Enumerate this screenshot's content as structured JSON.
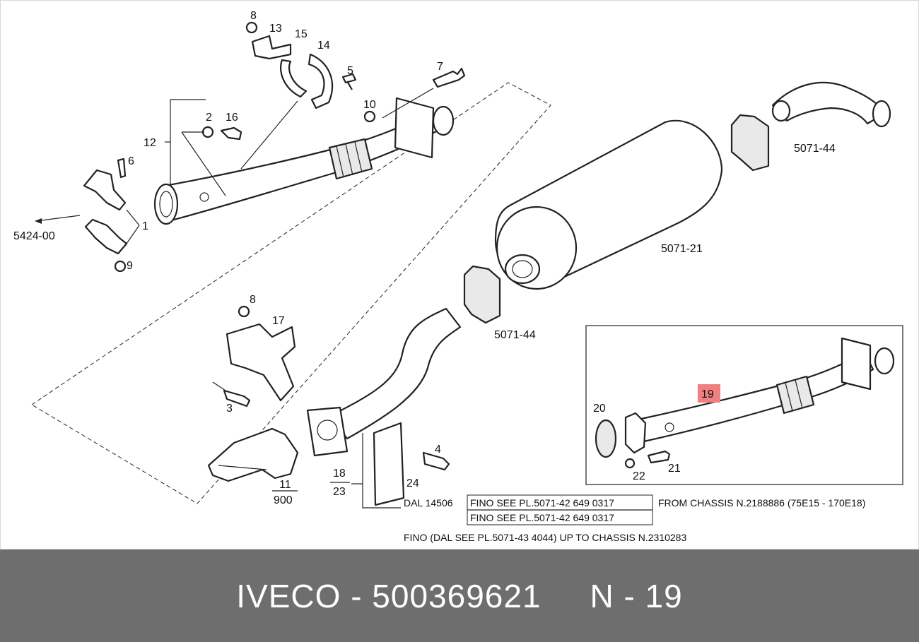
{
  "diagram": {
    "labels": {
      "p8a": "8",
      "p13": "13",
      "p15": "15",
      "p14": "14",
      "p5": "5",
      "p7": "7",
      "p2": "2",
      "p16": "16",
      "p10": "10",
      "p12": "12",
      "p6": "6",
      "p1": "1",
      "p9": "9",
      "ref5424": "5424-00",
      "ref507144a": "5071-44",
      "ref507121": "5071-21",
      "ref507144b": "5071-44",
      "p8b": "8",
      "p17": "17",
      "p3": "3",
      "p4": "4",
      "p18": "18",
      "p23": "23",
      "p24": "24",
      "p11": "11",
      "p900": "900",
      "p20": "20",
      "p19": "19",
      "p22": "22",
      "p21": "21"
    },
    "notes": {
      "dal": "DAL 14506",
      "fino1": "FINO SEE PL.5071-42 649 0317",
      "from_chassis": "FROM CHASSIS N.2188886 (75E15 - 170E18)",
      "fino2": "FINO SEE PL.5071-42 649 0317",
      "fino_dal": "FINO (DAL SEE PL.5071-43 4044) UP TO CHASSIS N.2310283"
    },
    "highlight_color": "#f08080"
  },
  "footer": {
    "text": "IVECO - 500369621     N - 19"
  }
}
